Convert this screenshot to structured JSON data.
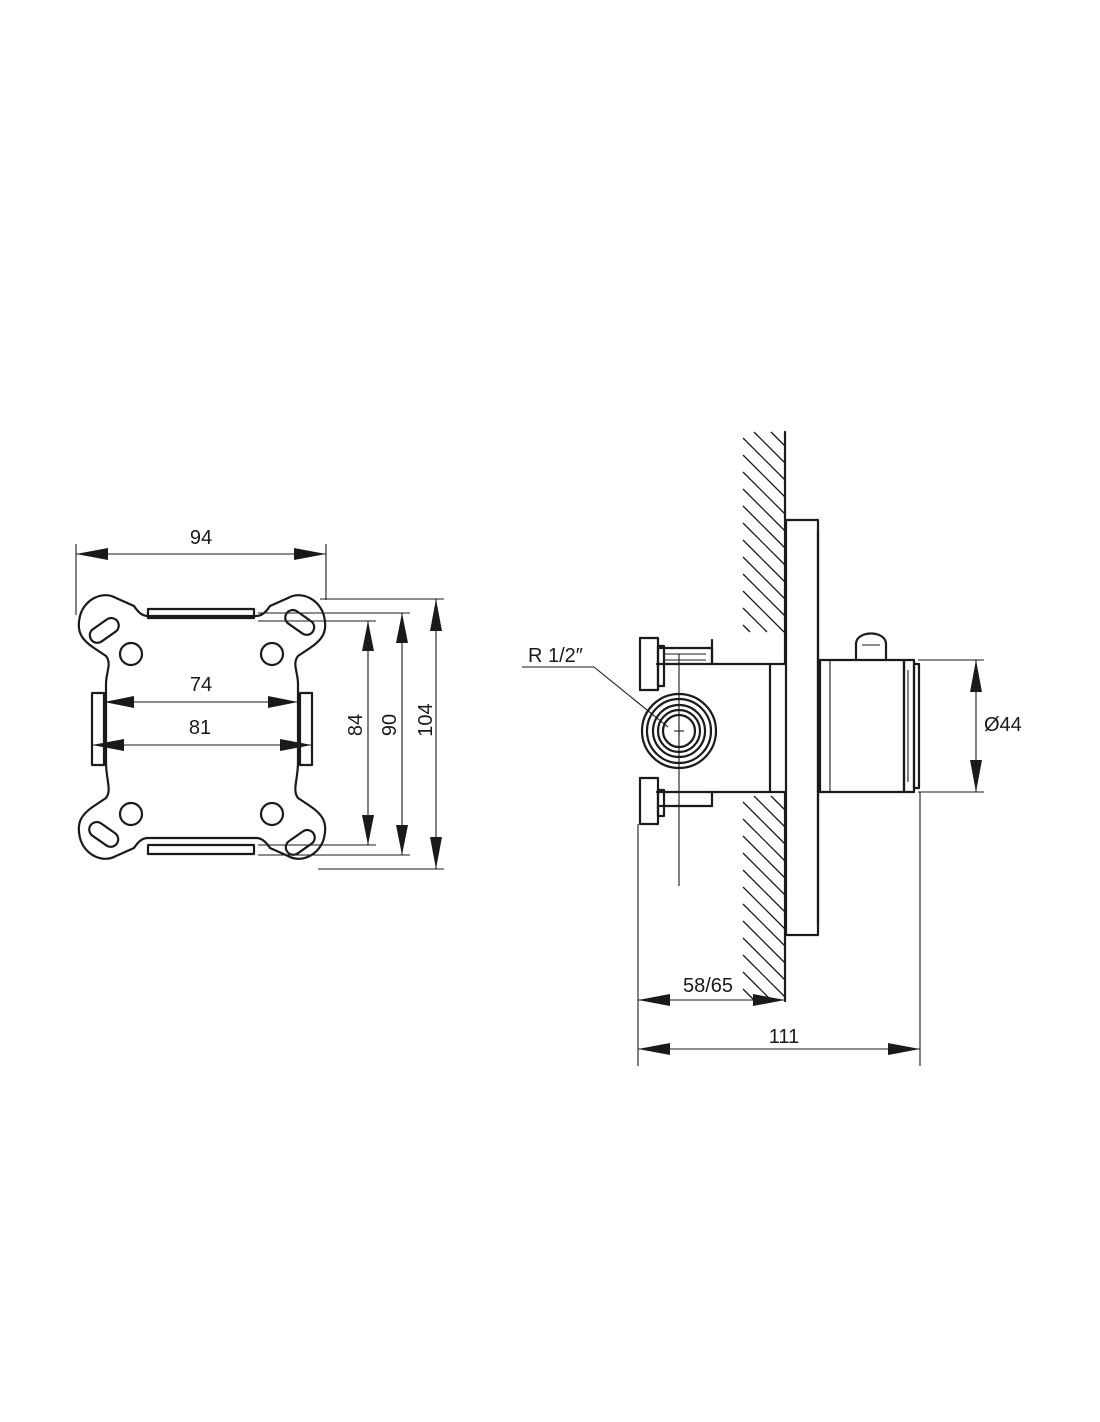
{
  "front_view": {
    "dim_width_overall": "94",
    "dim_inner_74": "74",
    "dim_inner_81": "81",
    "dim_height_84": "84",
    "dim_height_90": "90",
    "dim_height_104": "104"
  },
  "side_view": {
    "thread_label": "R 1/2″",
    "dim_diameter": "Ø44",
    "dim_install_depth": "58/65",
    "dim_total_length": "111"
  },
  "colors": {
    "line": "#1a1a1a",
    "background": "#ffffff"
  }
}
